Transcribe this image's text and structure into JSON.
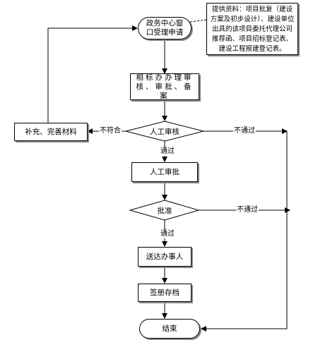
{
  "nodes": {
    "window_accept": "政务中心窗口受理申请",
    "tender_review": "相标办办理审核、审批、备案",
    "manual_review": "人工审核",
    "manual_approval": "人工审批",
    "approve": "批准",
    "deliver": "送达办事人",
    "sign_archive": "签册存档",
    "end": "结束",
    "supplement": "补充、完善材料"
  },
  "note": "提供资料：项目批复（建设方案及初步设计）、建设单位出具的该项目委托代理公司推荐函、项目招标登记表、建设工程报建登记表。",
  "edge_labels": {
    "not_compliant": "不符合",
    "not_passed_1": "不通过",
    "passed_1": "通过",
    "not_passed_2": "不通过",
    "passed_2": "通过"
  }
}
